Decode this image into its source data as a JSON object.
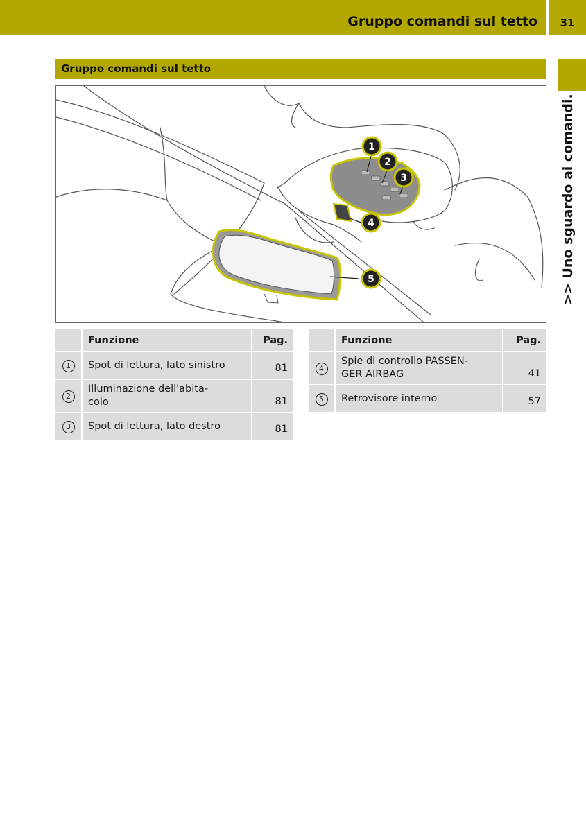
{
  "header": {
    "title": "Gruppo comandi sul tetto",
    "page_number": "31"
  },
  "side_tab": {
    "text": ">> Uno sguardo ai comandi."
  },
  "section": {
    "title": "Gruppo comandi sul tetto"
  },
  "figure": {
    "callouts": [
      "1",
      "2",
      "3",
      "4",
      "5"
    ]
  },
  "table_left": {
    "headers": {
      "function": "Funzione",
      "page": "Pag."
    },
    "rows": [
      {
        "num": "1",
        "desc": "Spot di lettura, lato sinistro",
        "page": "81"
      },
      {
        "num": "2",
        "desc": "Illuminazione dell'abita-\ncolo",
        "page": "81"
      },
      {
        "num": "3",
        "desc": "Spot di lettura, lato destro",
        "page": "81"
      }
    ]
  },
  "table_right": {
    "headers": {
      "function": "Funzione",
      "page": "Pag."
    },
    "rows": [
      {
        "num": "4",
        "desc": "Spie di controllo PASSEN-\nGER AIRBAG",
        "page": "41"
      },
      {
        "num": "5",
        "desc": "Retrovisore interno",
        "page": "57"
      }
    ]
  },
  "colors": {
    "accent": "#b3a800",
    "highlight": "#c8c400",
    "table_bg": "#dcdcdc"
  }
}
